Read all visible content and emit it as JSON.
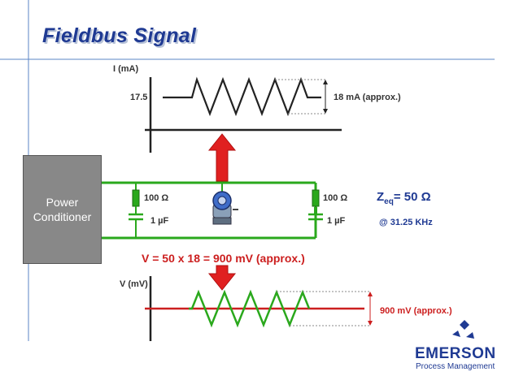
{
  "title": "Fieldbus Signal",
  "current_axis": {
    "label": "I (mA)",
    "value_label": "17.5",
    "amplitude_label": "18 mA (approx.)"
  },
  "voltage_axis": {
    "label": "V (mV)",
    "amplitude_label": "900 mV (approx.)"
  },
  "power_conditioner": {
    "line1": "Power",
    "line2": "Conditioner"
  },
  "left_terminator": {
    "resistor": "100 Ω",
    "capacitor": "1 µF"
  },
  "right_terminator": {
    "resistor": "100 Ω",
    "capacitor": "1 µF"
  },
  "impedance": {
    "z": "Z",
    "sub": "eq",
    "value": "= 50 Ω",
    "frequency": "@ 31.25 KHz"
  },
  "voltage_formula": "V = 50 x 18 = 900 mV (approx.)",
  "logo": {
    "brand": "EMERSON",
    "subtitle": "Process Management"
  },
  "colors": {
    "title": "#1f3a93",
    "wire": "#2aa81c",
    "arrow": "#e02020",
    "accent_text": "#cc1f1f",
    "power_box": "#888888"
  },
  "icons": [
    "transmitter-icon",
    "emerson-logo-icon"
  ]
}
